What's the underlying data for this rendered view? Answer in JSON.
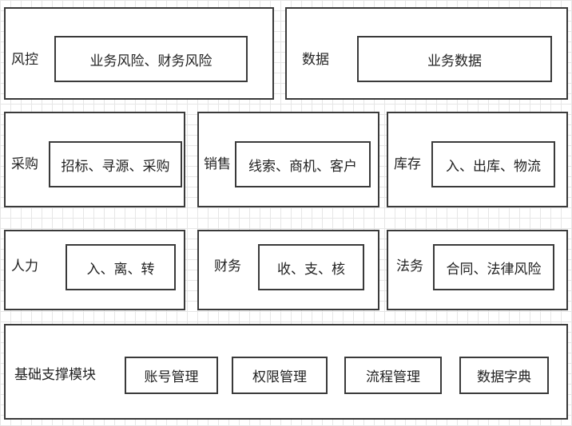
{
  "row1": {
    "risk": {
      "label": "风控",
      "box": "业务风险、财务风险"
    },
    "data": {
      "label": "数据",
      "box": "业务数据"
    }
  },
  "row2": {
    "purchase": {
      "label": "采购",
      "box": "招标、寻源、采购"
    },
    "sales": {
      "label": "销售",
      "box": "线索、商机、客户"
    },
    "inventory": {
      "label": "库存",
      "box": "入、出库、物流"
    }
  },
  "row3": {
    "hr": {
      "label": "人力",
      "box": "入、离、转"
    },
    "finance": {
      "label": "财务",
      "box": "收、支、核"
    },
    "legal": {
      "label": "法务",
      "box": "合同、法律风险"
    }
  },
  "support": {
    "label": "基础支撑模块",
    "modules": [
      "账号管理",
      "权限管理",
      "流程管理",
      "数据字典"
    ]
  }
}
